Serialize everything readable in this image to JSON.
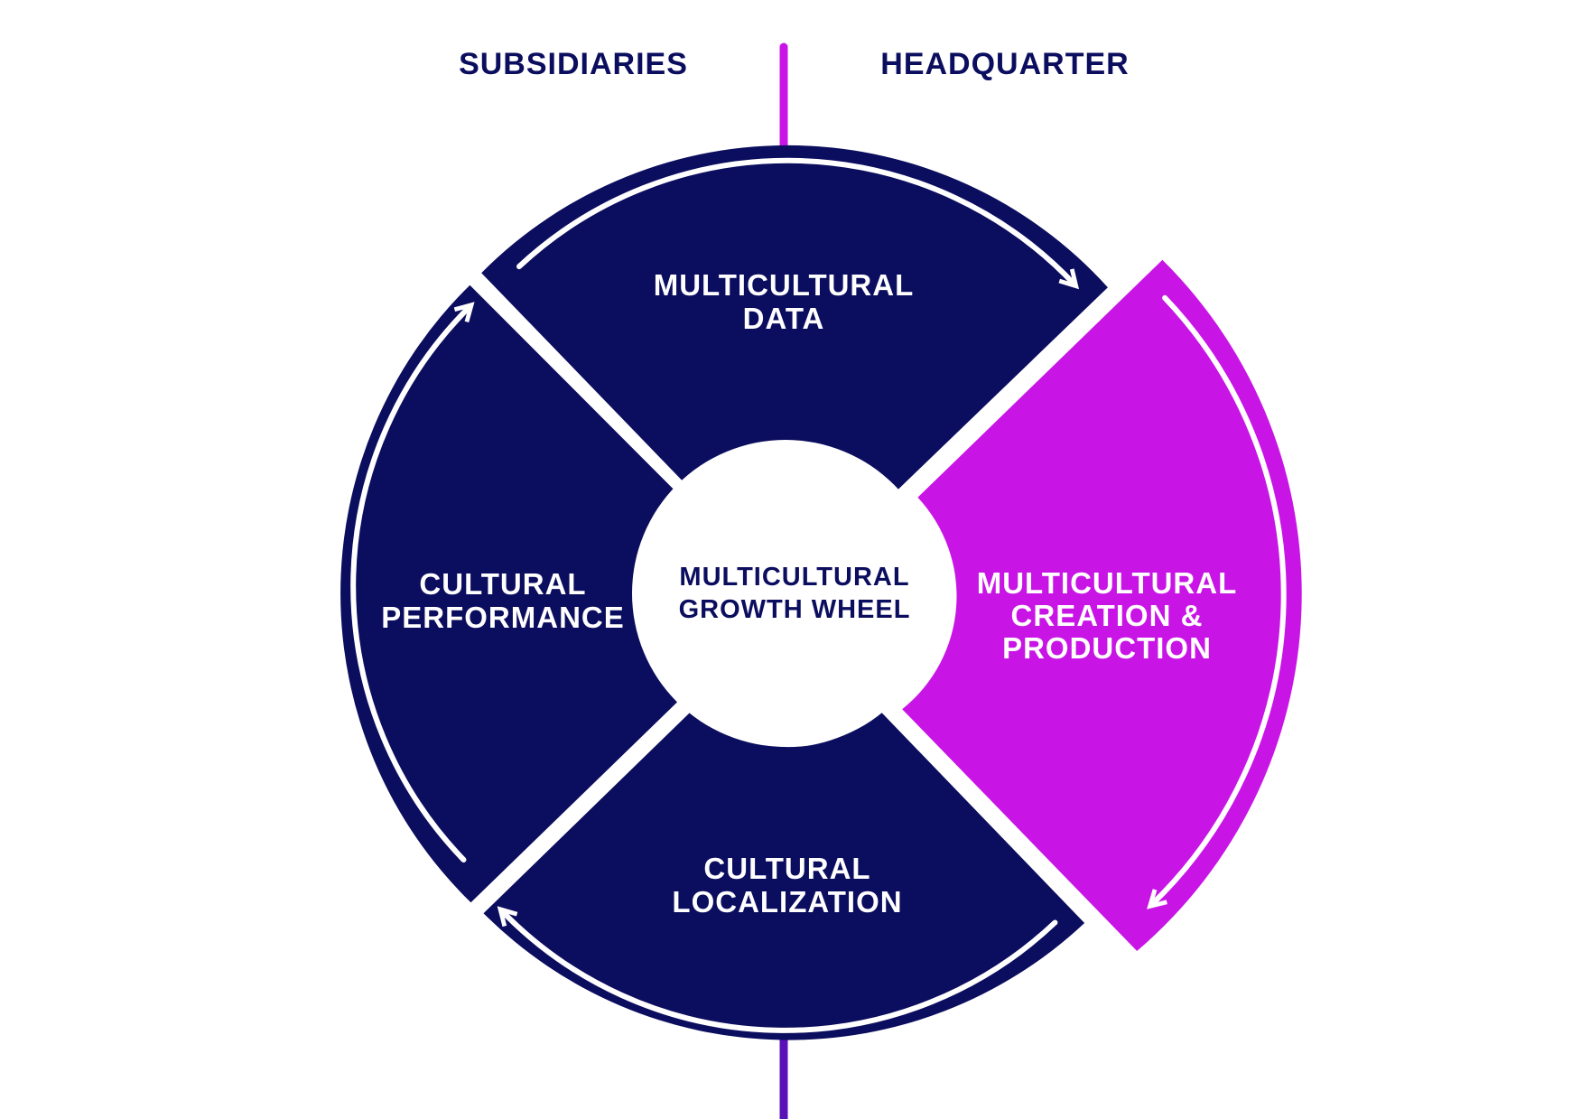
{
  "header": {
    "left_label": "SUBSIDIARIES",
    "right_label": "HEADQUARTER"
  },
  "wheel": {
    "center": {
      "line1": "MULTICULTURAL",
      "line2": "GROWTH WHEEL"
    },
    "segments": [
      {
        "id": "data",
        "line1": "MULTICULTURAL",
        "line2": "DATA",
        "line3": ""
      },
      {
        "id": "creation",
        "line1": "MULTICULTURAL",
        "line2": "CREATION &",
        "line3": "PRODUCTION"
      },
      {
        "id": "localization",
        "line1": "CULTURAL",
        "line2": "LOCALIZATION",
        "line3": ""
      },
      {
        "id": "performance",
        "line1": "CULTURAL",
        "line2": "PERFORMANCE",
        "line3": ""
      }
    ]
  },
  "colors": {
    "navy": "#0b0d5e",
    "magenta": "#c815e6",
    "white": "#ffffff"
  }
}
